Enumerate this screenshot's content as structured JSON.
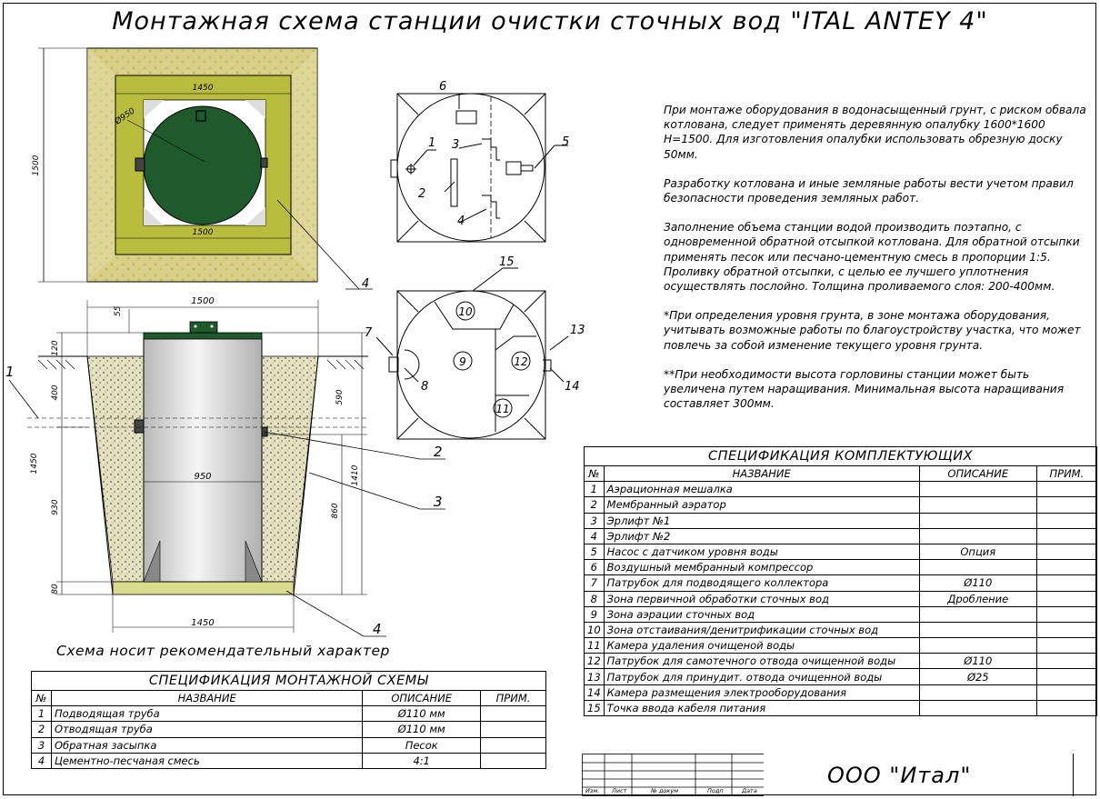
{
  "title": "Монтажная схема станции очистки сточных вод \"ITAL ANTEY 4\"",
  "notes": [
    "При монтаже оборудования в водонасыщенный грунт, с риском обвала котлована, следует применять деревянную опалубку 1600*1600 Н=1500. Для изготовления опалубки использовать обрезную доску 50мм.",
    "Разработку котлована и иные земляные работы вести учетом правил безопасности проведения земляных работ.",
    "Заполнение объема станции водой производить поэтапно, с одновременной обратной отсыпкой котлована. Для обратной отсыпки применять песок или песчано-цементную смесь в пропорции 1:5. Проливку обратной отсыпки, с целью ее лучшего уплотнения осуществлять послойно. Толщина проливаемого слоя: 200-400мм.",
    "*При определения уровня грунта, в зоне монтажа оборудования, учитывать возможные работы по благоустройству участка, что может повлечь за собой изменение текущего уровня грунта.",
    "**При необходимости высота горловины станции может быть увеличена путем наращивания. Минимальная высота наращивания составляет 300мм."
  ],
  "caption": "Схема носит рекомендательный характер",
  "plan_dims": {
    "w_top": "1450",
    "w_bottom": "1500",
    "h_left": "1500",
    "diam": "Ø950",
    "callout": "4"
  },
  "section_dims": {
    "top_w": "1500",
    "d55": "55",
    "d120": "120",
    "d400": "400",
    "d1450": "1450",
    "d930": "930",
    "d80": "80",
    "d590": "590",
    "d1410": "1410",
    "d860": "860",
    "inner_w": "950",
    "bottom_w": "1450",
    "callouts": [
      "1",
      "2",
      "3",
      "4"
    ]
  },
  "top_view_labels": [
    "1",
    "2",
    "3",
    "4",
    "5",
    "6"
  ],
  "bottom_view_labels": [
    "7",
    "8",
    "9",
    "10",
    "11",
    "12",
    "13",
    "14",
    "15"
  ],
  "spec_components": {
    "caption": "СПЕЦИФИКАЦИЯ КОМПЛЕКТУЮЩИХ",
    "headers": [
      "№",
      "НАЗВАНИЕ",
      "ОПИСАНИЕ",
      "ПРИМ."
    ],
    "rows": [
      [
        "1",
        "Аэрационная мешалка",
        "",
        ""
      ],
      [
        "2",
        "Мембранный аэратор",
        "",
        ""
      ],
      [
        "3",
        "Эрлифт №1",
        "",
        ""
      ],
      [
        "4",
        "Эрлифт №2",
        "",
        ""
      ],
      [
        "5",
        "Насос с датчиком уровня воды",
        "Опция",
        ""
      ],
      [
        "6",
        "Воздушный мембранный компрессор",
        "",
        ""
      ],
      [
        "7",
        "Патрубок для подводящего коллектора",
        "Ø110",
        ""
      ],
      [
        "8",
        "Зона первичной обработки сточных вод",
        "Дробление",
        ""
      ],
      [
        "9",
        "Зона аэрации сточных вод",
        "",
        ""
      ],
      [
        "10",
        "Зона отстаивания/денитрификации сточных вод",
        "",
        ""
      ],
      [
        "11",
        "Камера удаления очищеной воды",
        "",
        ""
      ],
      [
        "12",
        "Патрубок для самотечного отвода очищенной воды",
        "Ø110",
        ""
      ],
      [
        "13",
        "Патрубок для принудит. отвода очищенной воды",
        "Ø25",
        ""
      ],
      [
        "14",
        "Камера размещения электрооборудования",
        "",
        ""
      ],
      [
        "15",
        "Точка ввода кабеля питания",
        "",
        ""
      ]
    ]
  },
  "spec_mounting": {
    "caption": "СПЕЦИФИКАЦИЯ МОНТАЖНОЙ СХЕМЫ",
    "headers": [
      "№",
      "НАЗВАНИЕ",
      "ОПИСАНИЕ",
      "ПРИМ."
    ],
    "rows": [
      [
        "1",
        "Подводящая труба",
        "Ø110 мм",
        ""
      ],
      [
        "2",
        "Отводящая труба",
        "Ø110 мм",
        ""
      ],
      [
        "3",
        "Обратная засыпка",
        "Песок",
        ""
      ],
      [
        "4",
        "Цементно-песчаная смесь",
        "4:1",
        ""
      ]
    ]
  },
  "stamp": {
    "labels": [
      "Изм.",
      "Лист",
      "№ докум",
      "Подп",
      "Дата"
    ],
    "company": "ООО \"Итал\""
  },
  "colors": {
    "tank_green": "#1e5a2c",
    "slab": "#b8bc3c",
    "sand": "#d9d9b8",
    "stone": "#e3e0b3"
  }
}
